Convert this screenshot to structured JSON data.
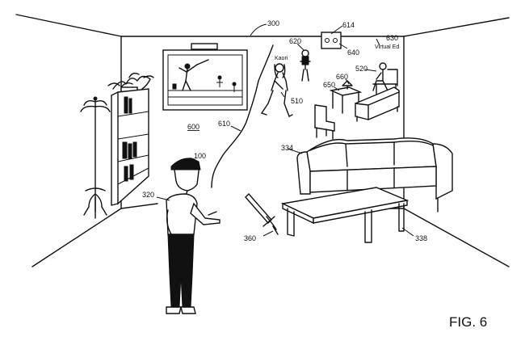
{
  "figure": {
    "label": "FIG. 6",
    "refs": {
      "r300": "300",
      "r614": "614",
      "r620": "620",
      "r630": "630",
      "r640": "640",
      "r520": "520",
      "r660": "660",
      "r650": "650",
      "r510": "510",
      "r600": "600",
      "r610": "610",
      "r334": "334",
      "r100": "100",
      "r320": "320",
      "r360": "360",
      "r338": "338"
    },
    "labels": {
      "avatar_name": "Kaori",
      "virtual_name": "Virtual Ed"
    }
  }
}
